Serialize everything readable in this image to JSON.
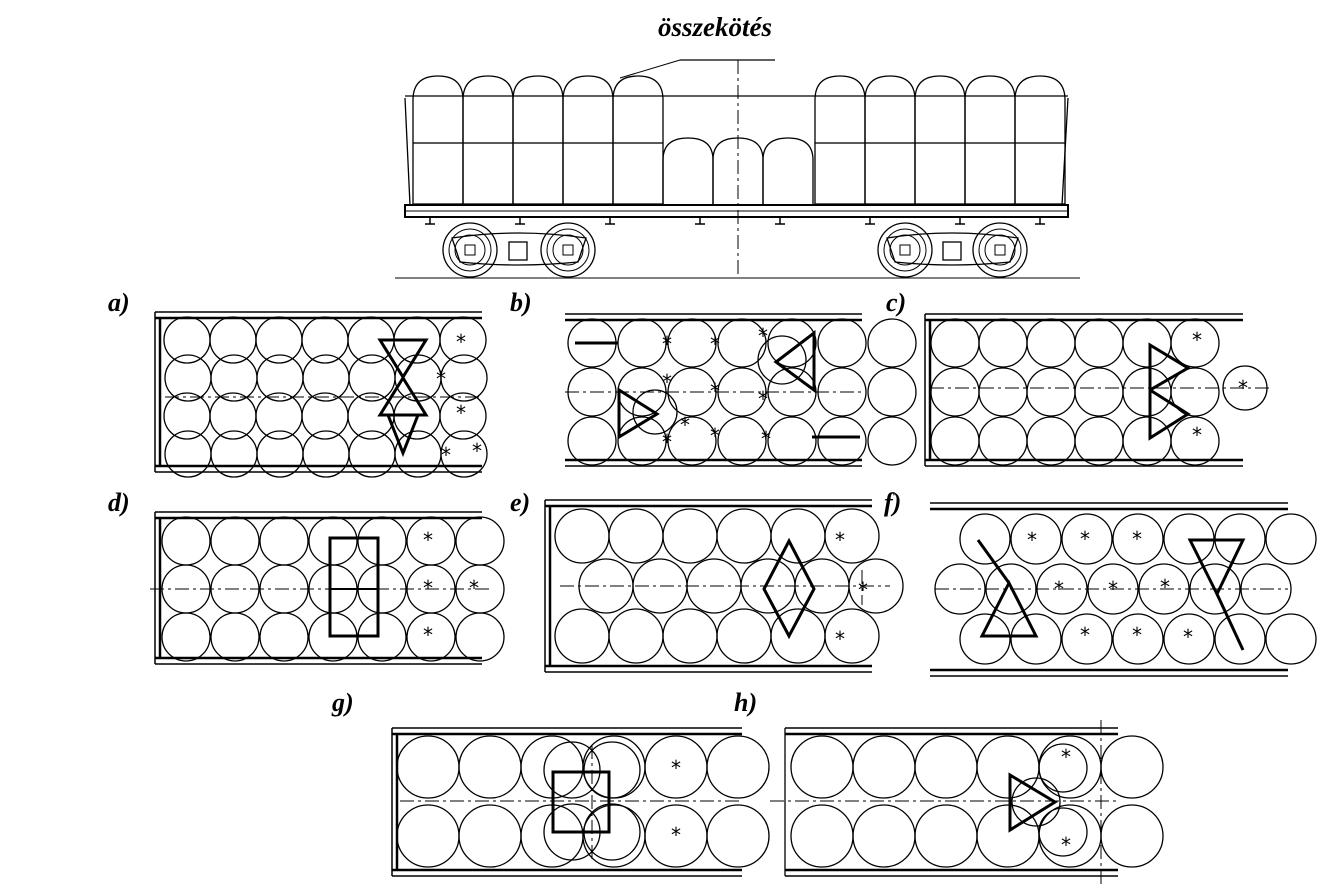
{
  "title": "összekötés",
  "panels": [
    {
      "id": "a",
      "label": "a)"
    },
    {
      "id": "b",
      "label": "b)"
    },
    {
      "id": "c",
      "label": "c)"
    },
    {
      "id": "d",
      "label": "d)"
    },
    {
      "id": "e",
      "label": "e)"
    },
    {
      "id": "f",
      "label": "f)"
    },
    {
      "id": "g",
      "label": "g)"
    },
    {
      "id": "h",
      "label": "h)"
    }
  ],
  "mark_symbol": "*",
  "colors": {
    "line": "#000000",
    "background": "#ffffff"
  }
}
